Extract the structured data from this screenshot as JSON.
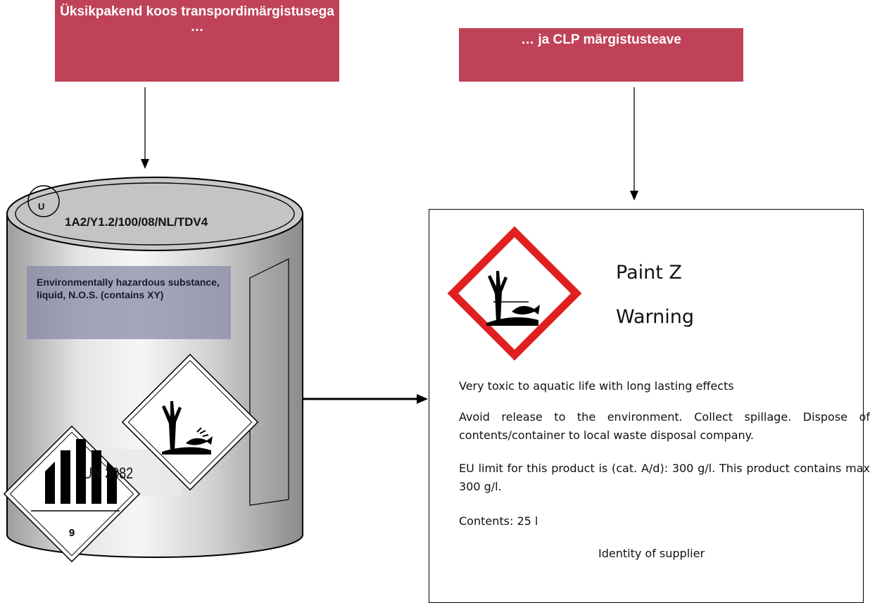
{
  "headers": {
    "left": "Üksikpakend koos transpordimärgistusega …",
    "right": "… ja CLP märgistusteave"
  },
  "can": {
    "u_symbol": "U",
    "packaging_code": "1A2/Y1.2/100/08/NL/TDV4",
    "shipping_name": "Environmentally hazardous substance, liquid, N.O.S. (contains XY)",
    "class_number": "9",
    "un_number": "UN 3082"
  },
  "clp_label": {
    "product_name": "Paint Z",
    "signal_word": "Warning",
    "hazard_statement": "Very toxic to aquatic life with long lasting effects",
    "precautionary_statement": "Avoid release to the environment. Collect spillage. Dispose of contents/container to local waste disposal company.",
    "voc_statement": "EU limit for this product is (cat. A/d): 300 g/l. This product contains max 300 g/l.",
    "contents": "Contents: 25 l",
    "supplier": "Identity of supplier"
  },
  "colors": {
    "header_bg": "#bf4258",
    "pictogram_border": "#e02020",
    "can_lid": "#c8c8c8",
    "shipping_name_bg": "#8a8aa8"
  },
  "icons": [
    "environment-hazard-pictogram",
    "class-9-label",
    "un-packaging-symbol"
  ]
}
